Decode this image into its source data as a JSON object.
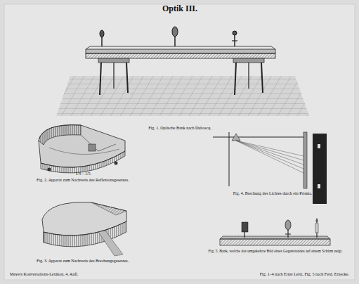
{
  "diagram": {
    "title": "Optik III.",
    "labels": [
      "Fig. 1. Optische Bank nach Duboscq.",
      "1/4 – 1/5",
      "Fig. 2. Apparat zum Nachweis des Reflexionsgesetzes.",
      "Fig. 3. Apparat zum Nachweis des Brechungsgesetzes.",
      "Fig. 4. Brechung des Lichtes durch ein Prisma.",
      "Fig. 5. Bank, welche das umgekehrte Bild eines Gegenstandes auf einem Schirm zeigt.",
      "Meyers Konversations-Lexikon, 4. Aufl.",
      "Fig. 1–4 nach Ernst Leitz, Fig. 5 nach Ferd. Ernecke."
    ]
  }
}
